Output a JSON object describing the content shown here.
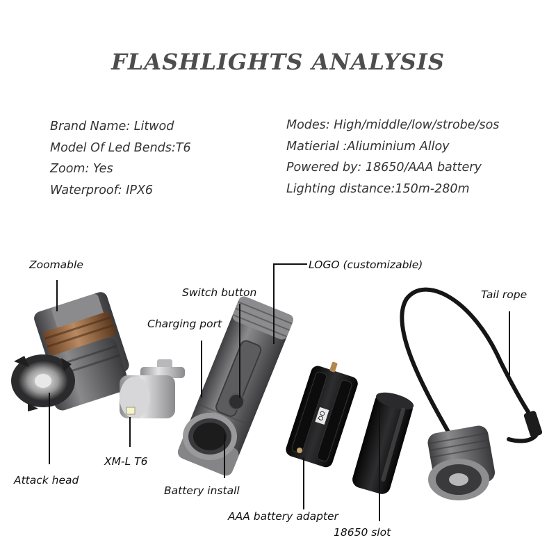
{
  "title": "FLASHLIGHTS ANALYSIS",
  "specs": {
    "left": [
      "Brand Name: Litwod",
      "Model Of Led Bends:T6",
      "Zoom: Yes",
      "Waterproof: IPX6"
    ],
    "right": [
      "Modes: High/middle/low/strobe/sos",
      "Matierial :Aliuminium Alloy",
      "Powered by: 18650/AAA battery",
      "Lighting distance:150m-280m"
    ]
  },
  "labels": {
    "zoomable": "Zoomable",
    "attack_head": "Attack head",
    "charging_port": "Charging port",
    "xml_t6": "XM-L T6",
    "switch_button": "Switch button",
    "battery_install": "Battery install",
    "logo": "LOGO  (customizable)",
    "aaa_adapter": "AAA battery adapter",
    "slot_18650": "18650 slot",
    "tail_rope": "Tail rope"
  },
  "adapter_mark": "OQ",
  "colors": {
    "body_gray": "#6f6f70",
    "bronze": "#9b6b45",
    "black": "#141414",
    "text": "#333333"
  }
}
